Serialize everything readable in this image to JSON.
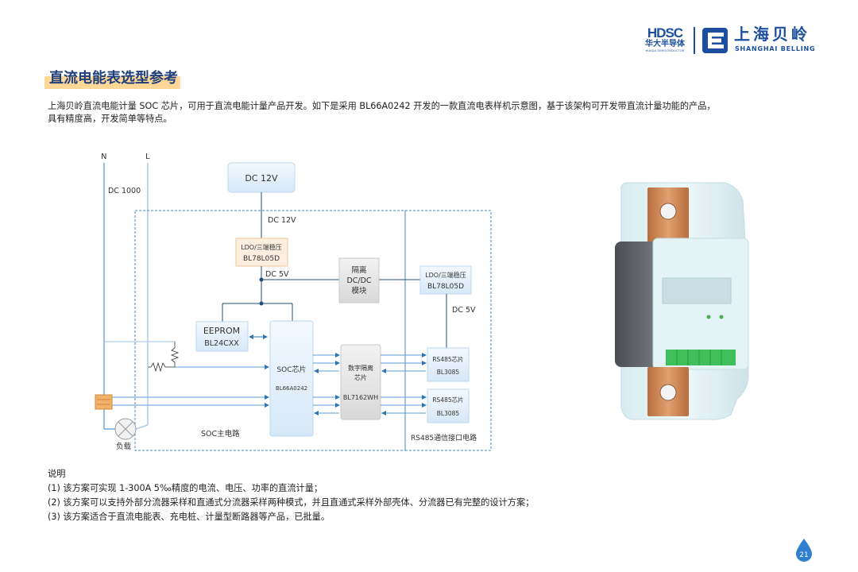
{
  "header": {
    "hdsc_mark": "HDSC",
    "hdsc_cn": "华大半导体",
    "hdsc_en": "HUADA SEMICONDUCTOR",
    "belling_cn": "上海贝岭",
    "belling_en": "SHANGHAI BELLING"
  },
  "title": "直流电能表选型参考",
  "intro": [
    "上海贝岭直流电能计量 SOC 芯片，可用于直流电能计量产品开发。如下是采用 BL66A0242 开发的一款直流电表样机示意图，基于该架构可开发带直流计量功能的产品，",
    "具有精度高，开发简单等特点。"
  ],
  "diagram": {
    "line_n": "N",
    "line_l": "L",
    "dc1000": "DC 1000",
    "dc12_box": "DC 12V",
    "dc12_label": "DC 12V",
    "ldo_left_1": "LDO/三端稳压",
    "ldo_left_2": "BL78L05D",
    "dc5_left": "DC 5V",
    "iso_1": "隔离",
    "iso_2": "DC/DC",
    "iso_3": "模块",
    "ldo_right_1": "LDO/三端稳压",
    "ldo_right_2": "BL78L05D",
    "dc5_right": "DC 5V",
    "eeprom_1": "EEPROM",
    "eeprom_2": "BL24CXX",
    "soc_1": "SOC芯片",
    "soc_2": "BL66A0242",
    "digi_1": "数字隔离",
    "digi_2": "芯片",
    "digi_3": "BL7162WH",
    "rs485_a_1": "RS485芯片",
    "rs485_a_2": "BL3085",
    "rs485_b_1": "RS485芯片",
    "rs485_b_2": "BL3085",
    "load": "负载",
    "soc_main": "SOC主电路",
    "rs485_circuit": "RS485通信接口电路"
  },
  "notes": [
    "说明",
    "(1) 该方案可实现 1-300A 5‰精度的电流、电压、功率的直流计量；",
    "(2) 该方案可以支持外部分流器采样和直通式分流器采样两种模式，并且直通式采样外部壳体、分流器已有完整的设计方案；",
    "(3) 该方案适合于直流电能表、充电桩、计量型断路器等产品，已批量。"
  ],
  "page_number": "21",
  "colors": {
    "brand_blue": "#1d4fa0",
    "title_highlight": "#ffd796",
    "diagram_line": "#5b9bd5",
    "dashed_border": "#4a86c5",
    "page_badge": "#2f7fd0"
  }
}
